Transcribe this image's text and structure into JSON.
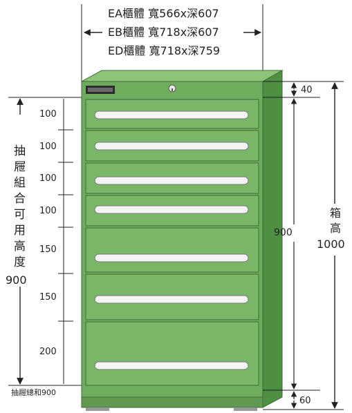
{
  "widths": {
    "ea": "EA櫃體 寬566x深607",
    "eb": "EB櫃體 寬718x深607",
    "ed": "ED櫃體 寬718x深759"
  },
  "left_label": {
    "chars": [
      "抽",
      "屜",
      "組",
      "合",
      "可",
      "用",
      "高",
      "度"
    ],
    "value": "900"
  },
  "drawer_heights": [
    "100",
    "100",
    "100",
    "100",
    "150",
    "150",
    "200"
  ],
  "bottom_label": "抽屜總和900",
  "right_dims": {
    "top": "40",
    "inner": "900",
    "bottom": "60"
  },
  "total_label": {
    "chars": [
      "箱",
      "高"
    ],
    "value": "1000"
  },
  "colors": {
    "cabinet": "#6fad5e",
    "cabinet_dark": "#4f8f44",
    "drawer_front": "#79b667",
    "handle": "#f4f4f4",
    "line": "#222222"
  }
}
